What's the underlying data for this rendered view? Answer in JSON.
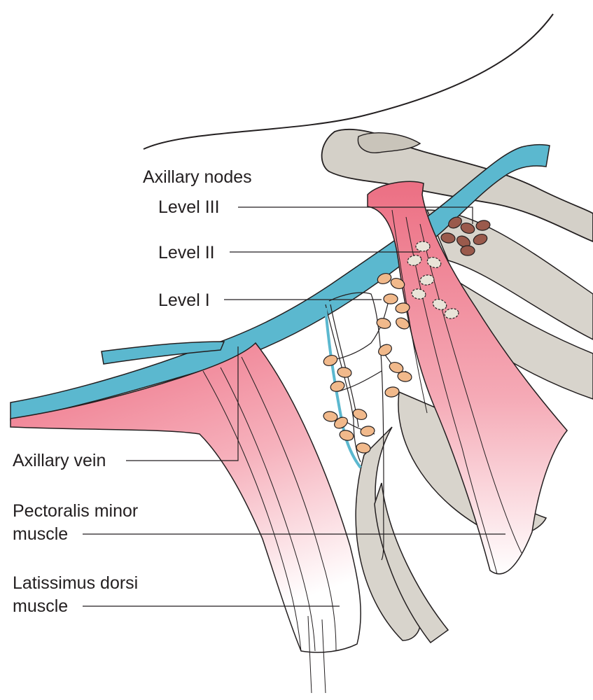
{
  "labels": {
    "axillary_nodes": "Axillary nodes",
    "level_3": "Level III",
    "level_2": "Level II",
    "level_1": "Level I",
    "axillary_vein": "Axillary vein",
    "pectoralis_minor_line1": "Pectoralis minor",
    "pectoralis_minor_line2": "muscle",
    "latissimus_dorsi_line1": "Latissimus dorsi",
    "latissimus_dorsi_line2": "muscle"
  },
  "colors": {
    "vein": "#5bb8cf",
    "muscle": "#ee7f8f",
    "bone": "#d4d0c8",
    "level1_node": "#f1b98b",
    "level2_node": "#e9e4d8",
    "level3_node": "#9a5a4c",
    "outline": "#231f20"
  }
}
